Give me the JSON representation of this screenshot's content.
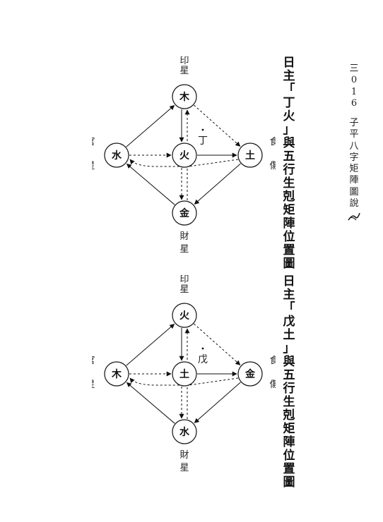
{
  "page": {
    "number_mark": "016",
    "header_top": "三",
    "book_title": "子平八字矩陣圖說"
  },
  "diagrams": [
    {
      "title": "日主「丁火」與五行生剋矩陣位置圖",
      "day_master_mark": "丁",
      "nodes": {
        "top": "木",
        "left": "水",
        "center": "火",
        "right": "土",
        "bottom": "金"
      },
      "labels": {
        "top": "印星",
        "left": "官星",
        "right": "食傷",
        "bottom": "財星"
      }
    },
    {
      "title": "日主「戊土」與五行生剋矩陣位置圖",
      "day_master_mark": "戊",
      "nodes": {
        "top": "火",
        "left": "木",
        "center": "土",
        "right": "金",
        "bottom": "水"
      },
      "labels": {
        "top": "印星",
        "left": "官星",
        "right": "食傷",
        "bottom": "財星"
      }
    }
  ]
}
